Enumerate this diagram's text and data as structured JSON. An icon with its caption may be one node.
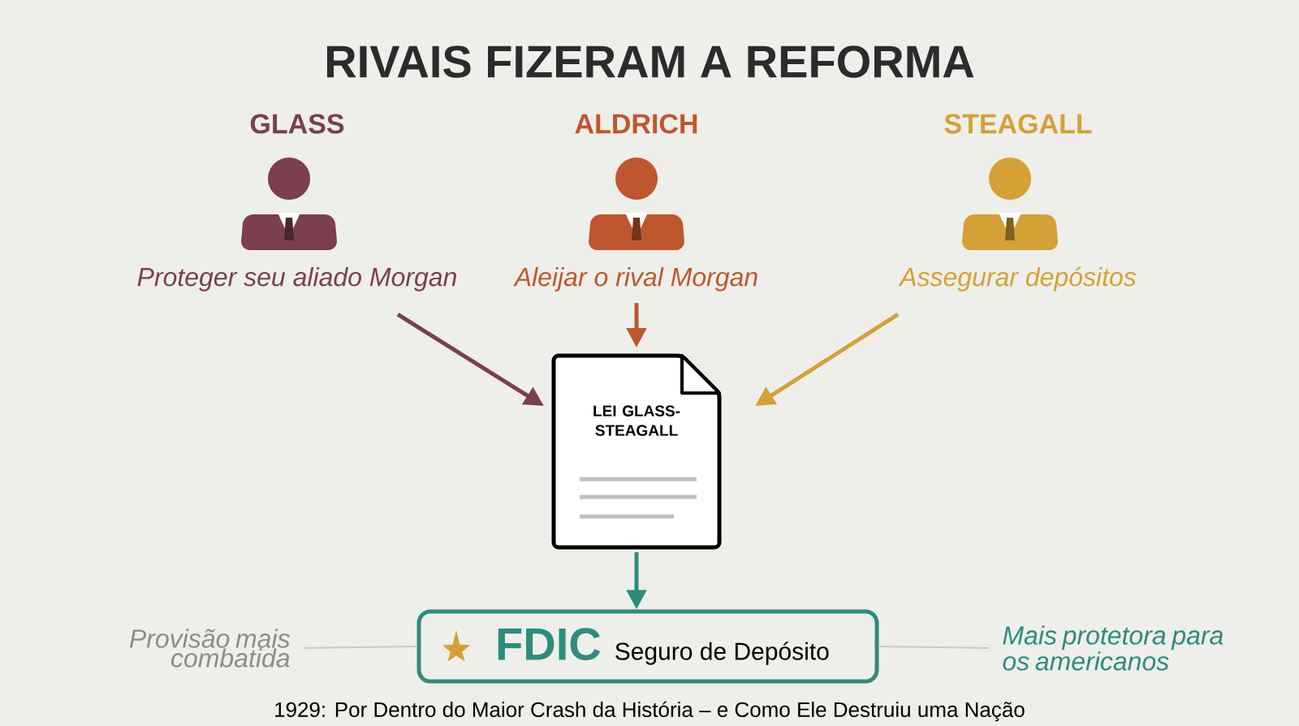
{
  "diagram": {
    "title": "RIVAIS FIZERAM A REFORMA",
    "caption": "1929: Por Dentro do Maior Crash da História – e Como Ele Destruiu uma Nação",
    "nodes": [
      {
        "text": [
          "GLASS",
          "Proteger seu aliado Morgan"
        ]
      },
      {
        "text": [
          "ALDRICH",
          "Aleijar o rival Morgan"
        ]
      },
      {
        "text": [
          "STEAGALL",
          "Assegurar depósitos"
        ]
      },
      {
        "text": [
          "LEI GLASS-STEAGALL"
        ]
      },
      {
        "text": [
          "FDIC",
          "Seguro de Depósito"
        ]
      },
      {
        "text": [
          "Provisão mais combatida"
        ]
      },
      {
        "text": [
          "Mais protetora para os americanos"
        ]
      }
    ],
    "edges": [
      {
        "from": 0,
        "to": 3,
        "arrow": "to",
        "color": "#7b3f4e"
      },
      {
        "from": 1,
        "to": 3,
        "arrow": "to",
        "color": "#c0562e"
      },
      {
        "from": 2,
        "to": 3,
        "arrow": "to",
        "color": "#d4a136"
      },
      {
        "from": 3,
        "to": 4,
        "arrow": "to",
        "color": "#2e8b7e"
      },
      {
        "from": 5,
        "to": 4,
        "arrow": "none",
        "color": "#c8c8c4"
      },
      {
        "from": 4,
        "to": 6,
        "arrow": "none",
        "color": "#c8c8c4"
      }
    ]
  }
}
